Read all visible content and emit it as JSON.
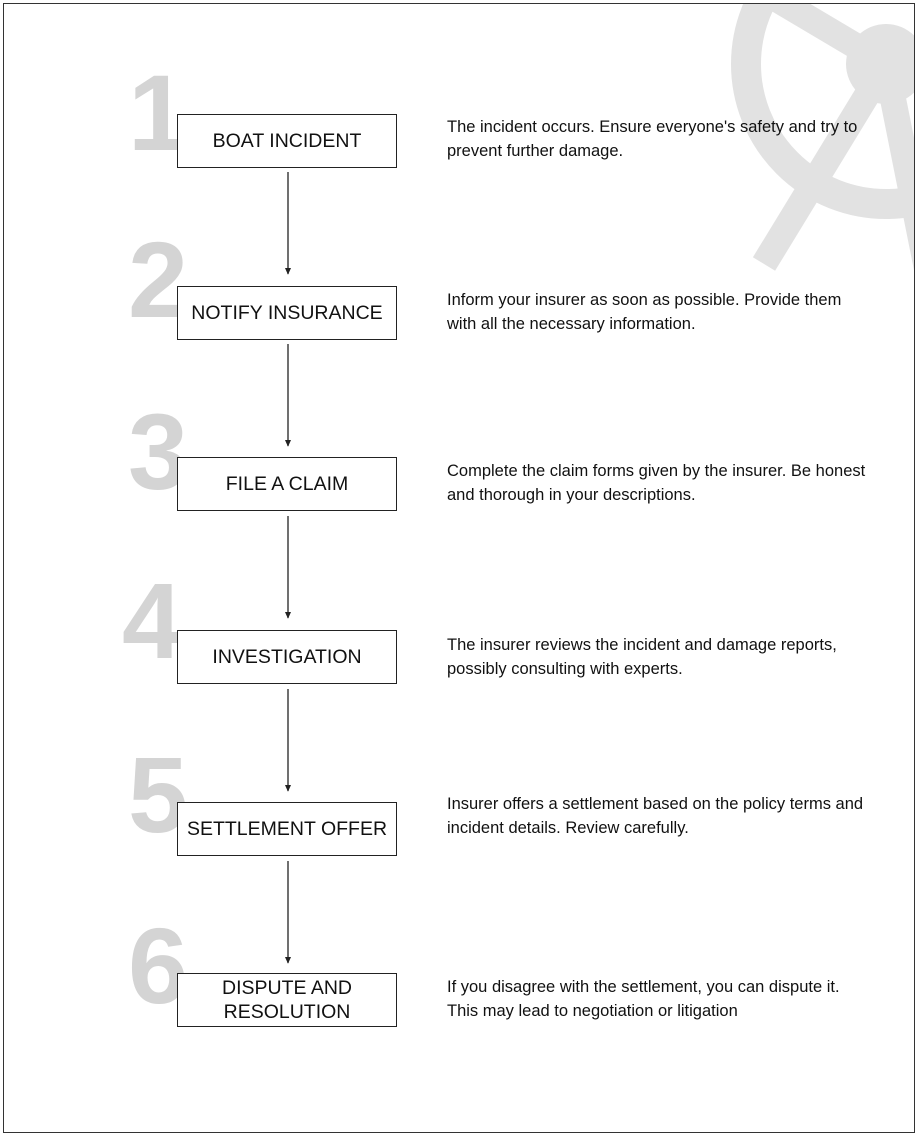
{
  "steps": [
    {
      "number": "1",
      "title": "BOAT INCIDENT",
      "description": "The incident occurs. Ensure everyone's safety and try to prevent further damage."
    },
    {
      "number": "2",
      "title": "NOTIFY INSURANCE",
      "description": "Inform your insurer as soon as possible. Provide them with all the necessary information."
    },
    {
      "number": "3",
      "title": "FILE A CLAIM",
      "description": "Complete the claim forms given by the insurer. Be honest and thorough in your descriptions."
    },
    {
      "number": "4",
      "title": "INVESTIGATION",
      "description": "The insurer reviews the incident and damage reports, possibly consulting with experts."
    },
    {
      "number": "5",
      "title": "SETTLEMENT OFFER",
      "description": "Insurer offers a settlement based on the policy terms and incident details. Review carefully."
    },
    {
      "number": "6",
      "title": "DISPUTE AND\nRESOLUTION",
      "description": "If you disagree with the settlement, you can dispute it. This may lead to negotiation or litigation"
    }
  ],
  "colors": {
    "step_number": "#d4d4d4",
    "wheel": "#e2e2e2",
    "box_border": "#222222",
    "arrow": "#222222"
  },
  "icons": {
    "decoration": "ship-wheel-icon"
  }
}
